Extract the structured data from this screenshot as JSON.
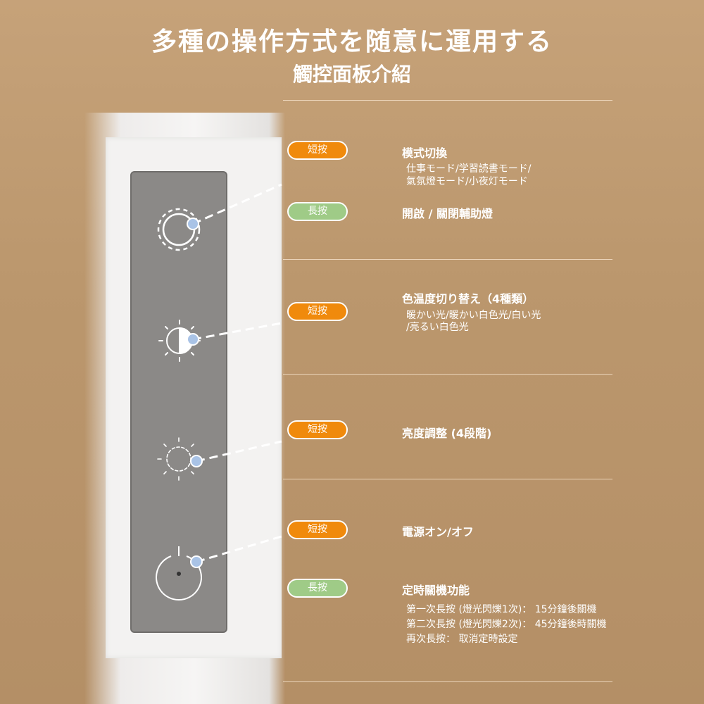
{
  "header": {
    "title": "多種の操作方式を随意に運用する",
    "subtitle": "觸控面板介紹"
  },
  "badges": {
    "short": "短按",
    "long": "長按"
  },
  "sections": [
    {
      "title": "模式切換",
      "lines": [
        "仕事モード/学習読書モード/",
        "氣氛燈モード/小夜灯モード"
      ],
      "long_title": "開啟 / 關閉輔助燈"
    },
    {
      "title": "色温度切り替え（4種類）",
      "lines": [
        "暖かい光/暖かい白色光/白い光",
        "/亮るい白色光"
      ]
    },
    {
      "title": "亮度調整 (4段階)"
    },
    {
      "title": "電源オン/オフ",
      "long_title": "定時關機功能",
      "long_lines": [
        "第一次長按 (燈光閃爍1次)： 15分鐘後關機",
        "第二次長按 (燈光閃爍2次)： 45分鐘後時關機",
        "再次長按： 取消定時設定"
      ]
    }
  ],
  "colors": {
    "short": "#f08a0c",
    "long": "#9fcb87",
    "dot": "#a9c3e6"
  }
}
